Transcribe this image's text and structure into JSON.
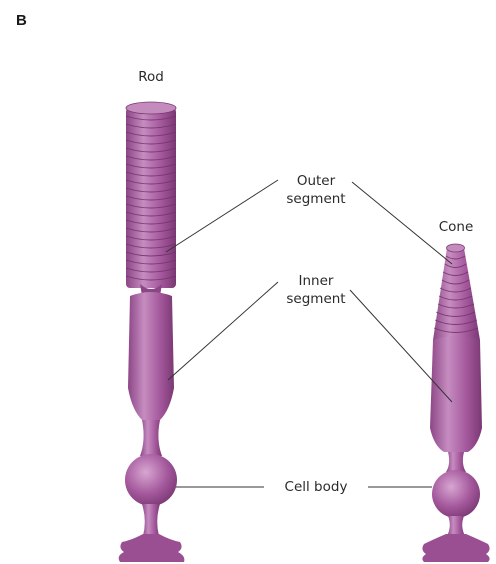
{
  "panel": {
    "letter": "B"
  },
  "labels": {
    "rod": "Rod",
    "cone": "Cone",
    "outer_line1": "Outer",
    "outer_line2": "segment",
    "inner_line1": "Inner",
    "inner_line2": "segment",
    "cell_body": "Cell body"
  },
  "colors": {
    "cell_fill": "#a2579a",
    "cell_light": "#c98fc3",
    "cell_dark": "#6e2f68",
    "leader_line": "#333333"
  }
}
